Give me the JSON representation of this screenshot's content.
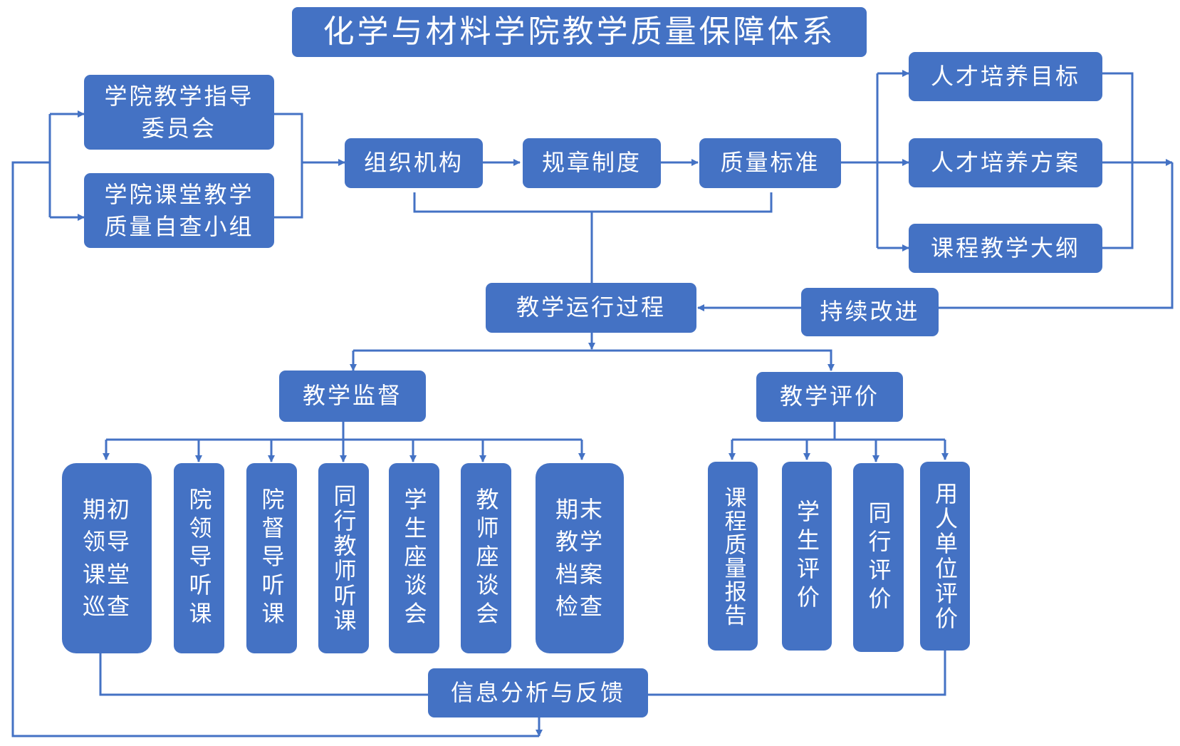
{
  "title": "化学与材料学院教学质量保障体系",
  "org": {
    "committee_1": "学院教学指导",
    "committee_2": "委员会",
    "selfcheck_1": "学院课堂教学",
    "selfcheck_2": "质量自查小组"
  },
  "chain": {
    "org_structure": "组织机构",
    "regulations": "规章制度",
    "quality_standard": "质量标准"
  },
  "standards": {
    "talent_goal": "人才培养目标",
    "talent_plan": "人才培养方案",
    "syllabus": "课程教学大纲"
  },
  "process": {
    "teaching_process": "教学运行过程",
    "continuous_improvement": "持续改进"
  },
  "supervision": {
    "label": "教学监督",
    "items": [
      "期初",
      "院领导听课",
      "院督导听课",
      "同行教师听课",
      "学生座谈会",
      "教师座谈会",
      "期末"
    ],
    "first_lines": [
      "期初",
      "领导",
      "课堂",
      "巡查"
    ],
    "last_lines": [
      "期末",
      "教学",
      "档案",
      "检查"
    ]
  },
  "evaluation": {
    "label": "教学评价",
    "items": [
      "课程质量报告",
      "学生评价",
      "同行评价",
      "用人单位评价"
    ]
  },
  "feedback": "信息分析与反馈",
  "colors": {
    "box": "#4472c4",
    "line": "#4472c4",
    "text": "#ffffff"
  }
}
